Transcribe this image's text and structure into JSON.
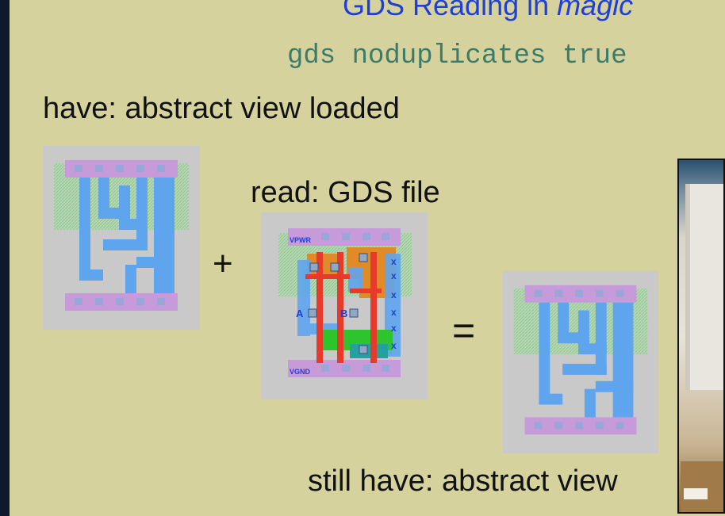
{
  "slide": {
    "title": "GDS Reading in ",
    "title_italic": "magic",
    "command": "gds noduplicates true",
    "have_label": "have: abstract view loaded",
    "read_label": "read: GDS file",
    "still_label": "still have: abstract view",
    "plus": "+",
    "equals": "="
  },
  "gds_cell": {
    "pin_top": "VPWR",
    "pin_bottom": "VGND",
    "pin_a": "A",
    "pin_b": "B"
  },
  "colors": {
    "slide_bg": "#d6d29e",
    "title": "#1f3fd6",
    "command": "#3c7a6a",
    "metal_rail": "#c79ad9",
    "metal1": "#5fa5ee",
    "nwell_hatch": "#9fcfa5",
    "poly": "#e83a2a",
    "diff_green": "#2ec42e",
    "orange_li": "#e08a28"
  }
}
